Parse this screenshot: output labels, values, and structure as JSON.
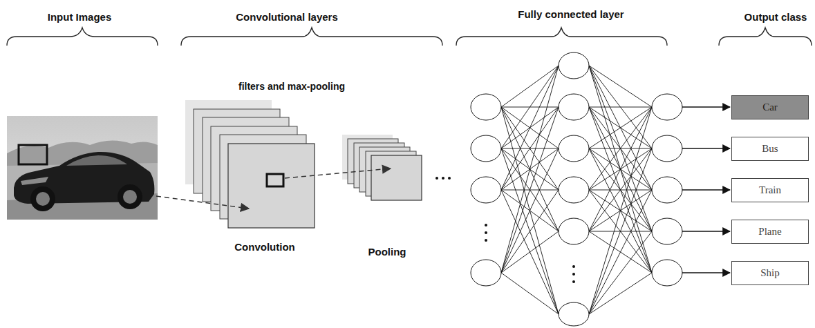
{
  "diagram": {
    "nodes": [
      {
        "text": [
          "Car"
        ]
      },
      {
        "text": [
          "Bus"
        ]
      },
      {
        "text": [
          "Train"
        ]
      },
      {
        "text": [
          "Plane"
        ]
      },
      {
        "text": [
          "Ship"
        ]
      }
    ],
    "labels": [
      "Input Images",
      "Convolutional layers",
      "Fully connected layer",
      "Output class",
      "filters and max-pooling",
      "Convolution",
      "Pooling"
    ]
  }
}
